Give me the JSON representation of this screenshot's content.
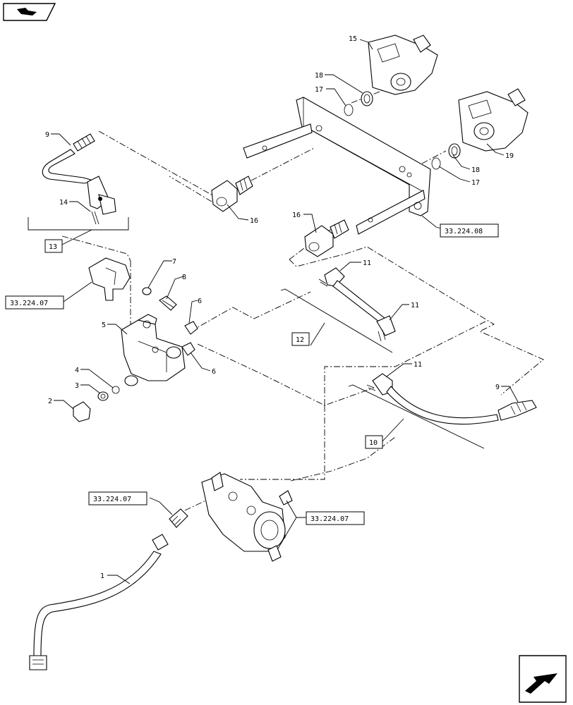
{
  "icons": {
    "top_left": "folder-back-icon",
    "bottom_right": "next-page-arrow-icon"
  },
  "callouts": {
    "c1": "1",
    "c2": "2",
    "c3": "3",
    "c4": "4",
    "c5": "5",
    "c6a": "6",
    "c6b": "6",
    "c7": "7",
    "c8": "8",
    "c9a": "9",
    "c9b": "9",
    "c10": "10",
    "c11a": "11",
    "c11b": "11",
    "c11c": "11",
    "c12": "12",
    "c13": "13",
    "c14": "14",
    "c15": "15",
    "c16a": "16",
    "c16b": "16",
    "c17a": "17",
    "c17b": "17",
    "c18a": "18",
    "c18b": "18",
    "c19": "19"
  },
  "references": {
    "ref_left": "33.224.07",
    "ref_right_top": "33.224.08",
    "ref_bottom_left": "33.224.07",
    "ref_bottom_right": "33.224.07"
  }
}
